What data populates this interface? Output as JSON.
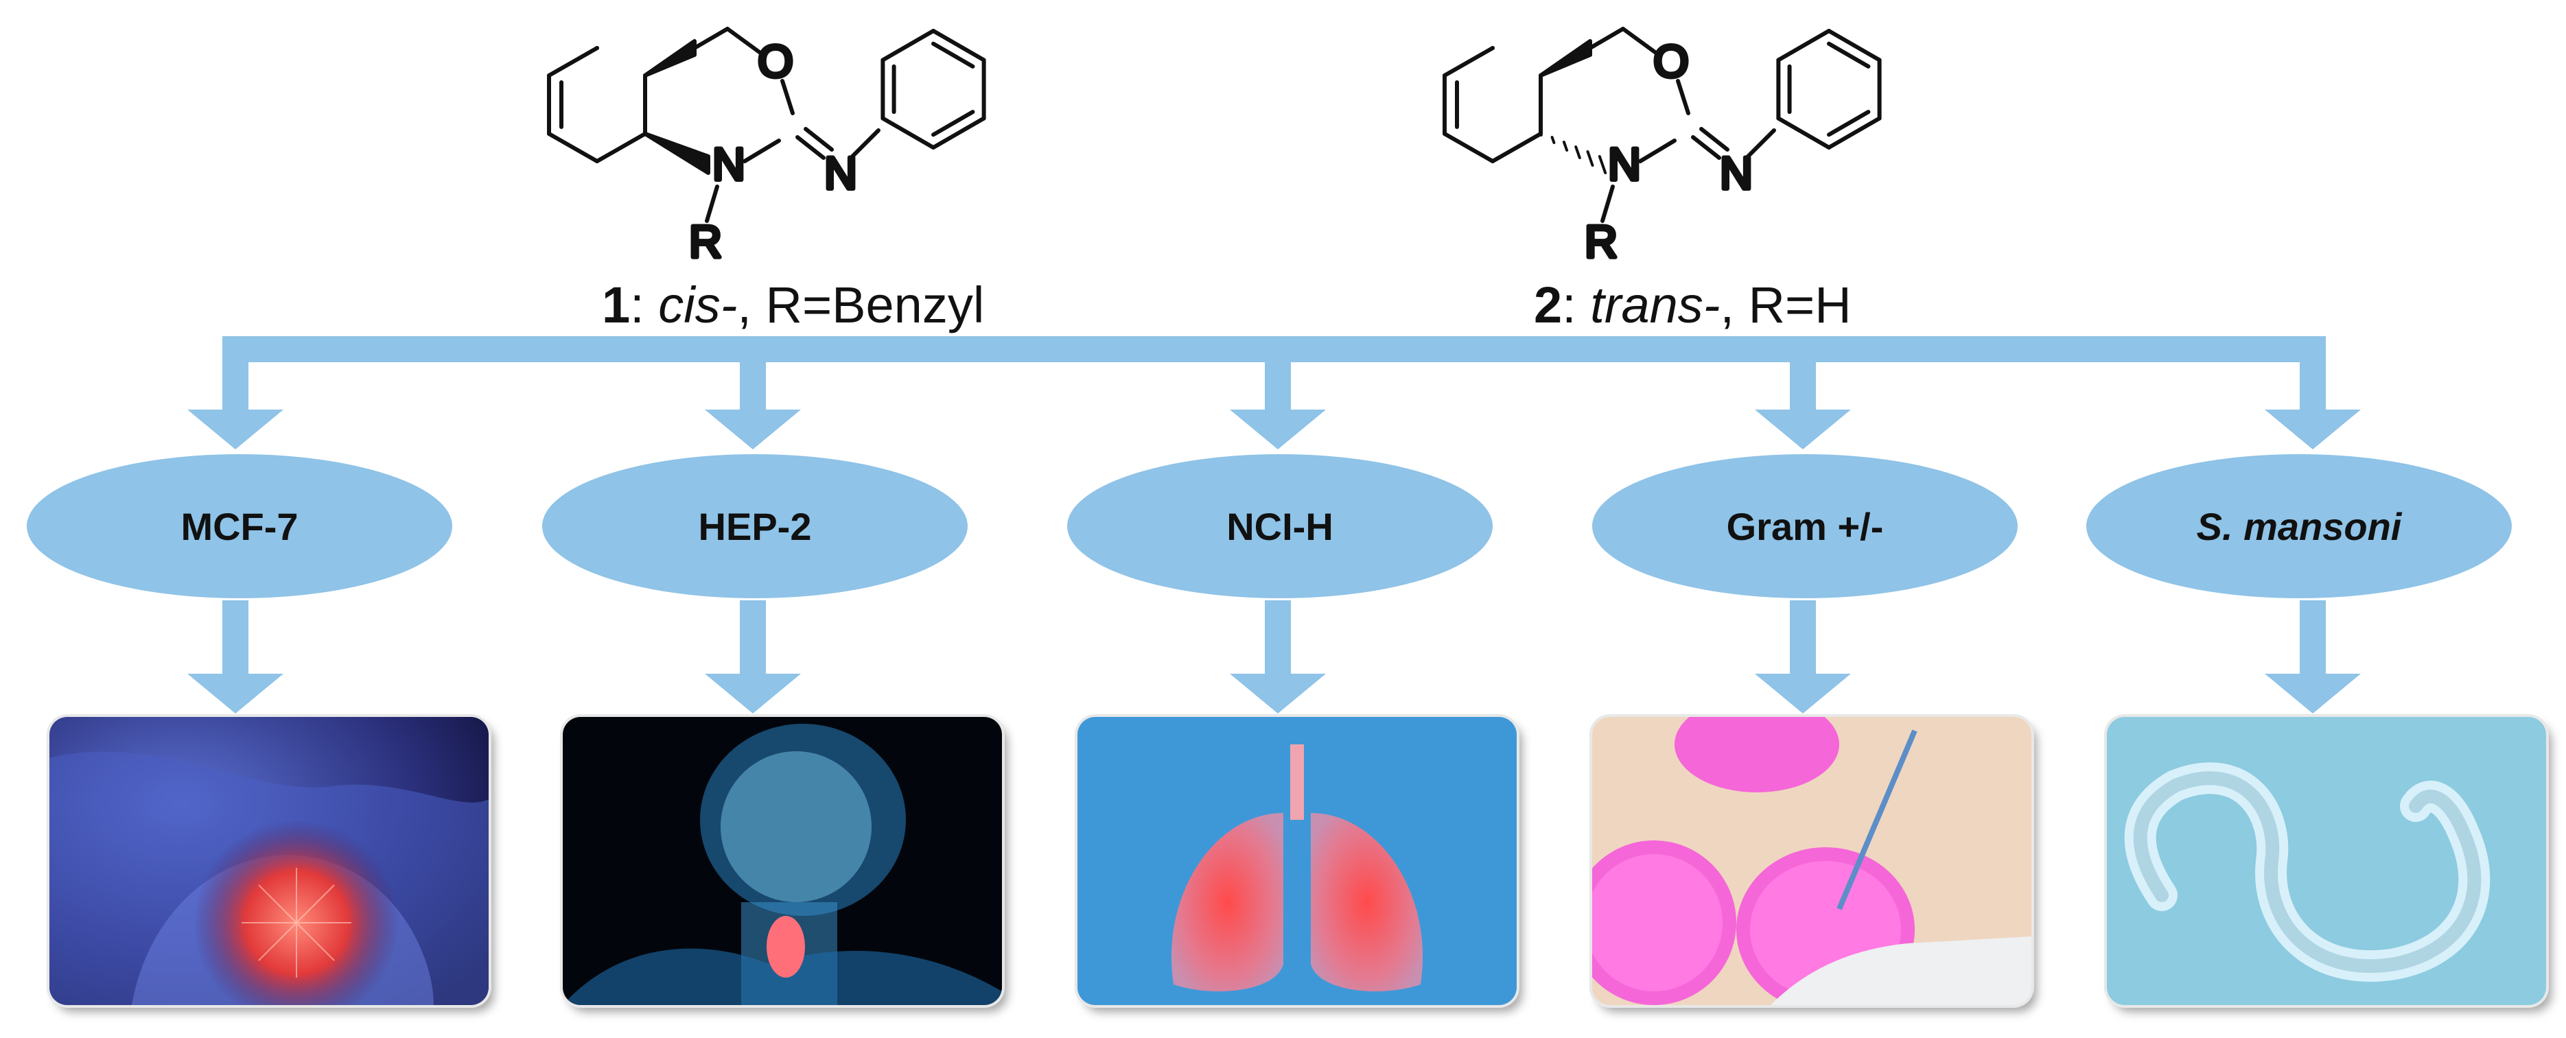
{
  "compounds": [
    {
      "number": "1",
      "stereo": "cis-",
      "substituent": "R=Benzyl",
      "ring_atoms": {
        "oxygen": "O",
        "nitrogen": "N",
        "imine_nitrogen": "N",
        "r_group": "R"
      }
    },
    {
      "number": "2",
      "stereo": "trans-",
      "substituent": "R=H",
      "ring_atoms": {
        "oxygen": "O",
        "nitrogen": "N",
        "imine_nitrogen": "N",
        "r_group": "R"
      }
    }
  ],
  "targets": [
    {
      "label": "MCF-7",
      "italic": false,
      "image": "breast-cancer-image"
    },
    {
      "label": "HEP-2",
      "italic": false,
      "image": "larynx-cancer-image"
    },
    {
      "label": "NCI-H",
      "italic": false,
      "image": "lung-cancer-image"
    },
    {
      "label": "Gram +/-",
      "italic": false,
      "image": "petri-dish-image"
    },
    {
      "label": "S.  mansoni",
      "italic": true,
      "image": "schistosoma-worm-image"
    }
  ],
  "colors": {
    "arrow": "#8fc3e7",
    "node_fill": "#8fc3e7",
    "bond": "#111111"
  }
}
